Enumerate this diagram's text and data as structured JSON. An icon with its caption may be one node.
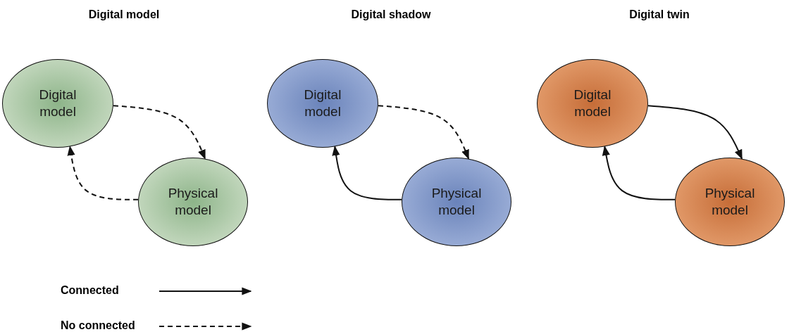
{
  "diagram": {
    "nodes": [
      {
        "text": [
          "Digital model"
        ]
      },
      {
        "text": [
          "Physical model"
        ]
      },
      {
        "text": [
          "Digital model"
        ]
      },
      {
        "text": [
          "Physical model"
        ]
      },
      {
        "text": [
          "Digital model"
        ]
      },
      {
        "text": [
          "Physical model"
        ]
      }
    ],
    "edges": [
      {
        "from": 0,
        "to": 1,
        "arrow": "to",
        "style": "dashed"
      },
      {
        "from": 1,
        "to": 0,
        "arrow": "to",
        "style": "dashed"
      },
      {
        "from": 2,
        "to": 3,
        "arrow": "to",
        "style": "dashed"
      },
      {
        "from": 3,
        "to": 2,
        "arrow": "to"
      },
      {
        "from": 4,
        "to": 5,
        "arrow": "to"
      },
      {
        "from": 5,
        "to": 4,
        "arrow": "to"
      }
    ],
    "labels": [
      "Digital model",
      "Digital shadow",
      "Digital twin"
    ],
    "legend": [
      {
        "text": "Connected"
      },
      {
        "text": "No connected"
      }
    ]
  }
}
